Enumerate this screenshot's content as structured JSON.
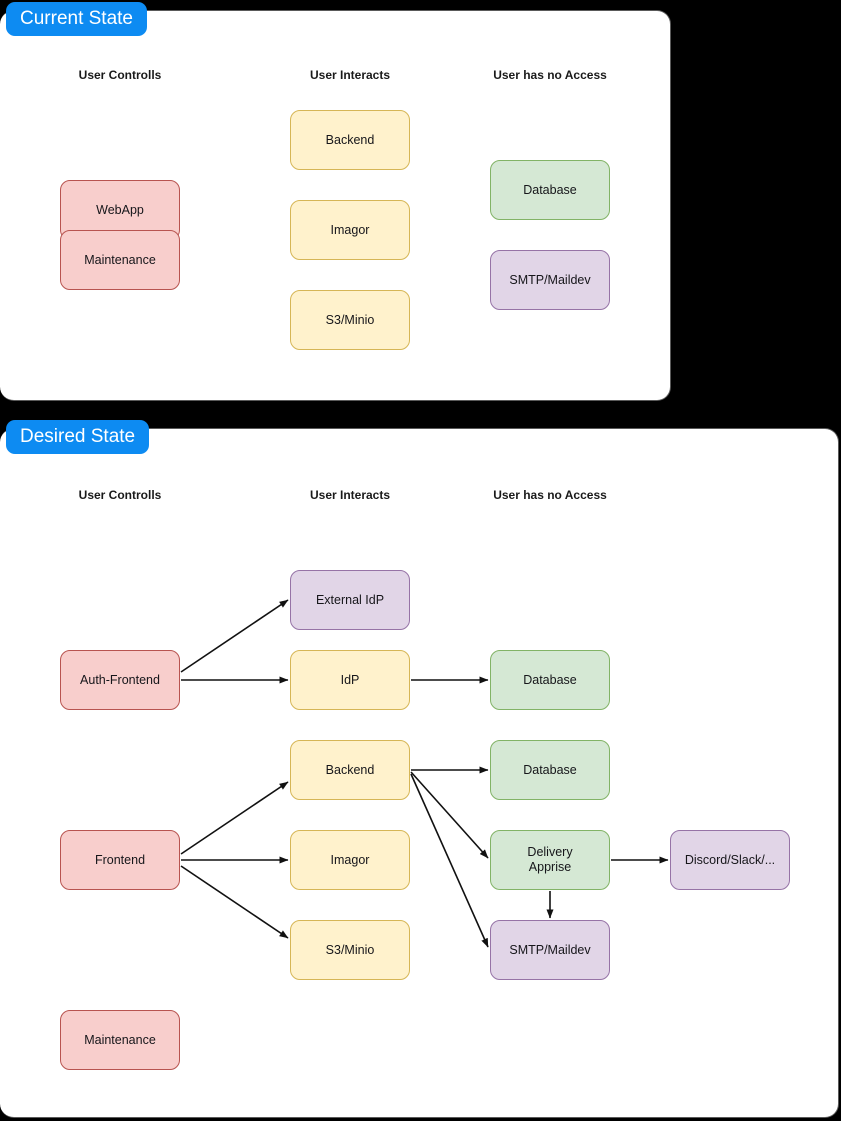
{
  "diagram": {
    "title_badges": [
      {
        "id": "current",
        "label": "Current State"
      },
      {
        "id": "desired",
        "label": "Desired State"
      }
    ],
    "accent_color": "#0d8bf2",
    "background_color": "#000000",
    "panel_background": "#ffffff",
    "node_colors": {
      "red_fill": "#f8cecc",
      "red_border": "#b85450",
      "yellow_fill": "#fff2cc",
      "yellow_border": "#d6b656",
      "green_fill": "#d5e8d4",
      "green_border": "#82b366",
      "purple_fill": "#e1d5e7",
      "purple_border": "#9673a6"
    }
  },
  "current_state": {
    "badge": "Current State",
    "columns": [
      {
        "label": "User Controlls"
      },
      {
        "label": "User Interacts"
      },
      {
        "label": "User has no Access"
      }
    ],
    "nodes": [
      {
        "id": "cs-webapp",
        "label": "WebApp",
        "color": "red"
      },
      {
        "id": "cs-maintenance",
        "label": "Maintenance",
        "color": "red"
      },
      {
        "id": "cs-backend",
        "label": "Backend",
        "color": "yellow"
      },
      {
        "id": "cs-imagor",
        "label": "Imagor",
        "color": "yellow"
      },
      {
        "id": "cs-s3minio",
        "label": "S3/Minio",
        "color": "yellow"
      },
      {
        "id": "cs-database",
        "label": "Database",
        "color": "green"
      },
      {
        "id": "cs-smtp",
        "label": "SMTP/Maildev",
        "color": "purple"
      }
    ]
  },
  "desired_state": {
    "badge": "Desired State",
    "columns": [
      {
        "label": "User Controlls"
      },
      {
        "label": "User Interacts"
      },
      {
        "label": "User has no Access"
      }
    ],
    "nodes": [
      {
        "id": "ds-authfrontend",
        "label": "Auth-Frontend",
        "color": "red"
      },
      {
        "id": "ds-frontend",
        "label": "Frontend",
        "color": "red"
      },
      {
        "id": "ds-maintenance",
        "label": "Maintenance",
        "color": "red"
      },
      {
        "id": "ds-externalidp",
        "label": "External IdP",
        "color": "purple"
      },
      {
        "id": "ds-idp",
        "label": "IdP",
        "color": "yellow"
      },
      {
        "id": "ds-backend",
        "label": "Backend",
        "color": "yellow"
      },
      {
        "id": "ds-imagor",
        "label": "Imagor",
        "color": "yellow"
      },
      {
        "id": "ds-s3minio",
        "label": "S3/Minio",
        "color": "yellow"
      },
      {
        "id": "ds-database-idp",
        "label": "Database",
        "color": "green"
      },
      {
        "id": "ds-database-be",
        "label": "Database",
        "color": "green"
      },
      {
        "id": "ds-delivery",
        "label": "Delivery\nApprise",
        "color": "green"
      },
      {
        "id": "ds-smtp",
        "label": "SMTP/Maildev",
        "color": "purple"
      },
      {
        "id": "ds-discord",
        "label": "Discord/Slack/...",
        "color": "purple"
      }
    ],
    "edges": [
      {
        "from": "ds-authfrontend",
        "to": "ds-externalidp"
      },
      {
        "from": "ds-authfrontend",
        "to": "ds-idp"
      },
      {
        "from": "ds-idp",
        "to": "ds-database-idp"
      },
      {
        "from": "ds-frontend",
        "to": "ds-backend"
      },
      {
        "from": "ds-frontend",
        "to": "ds-imagor"
      },
      {
        "from": "ds-frontend",
        "to": "ds-s3minio"
      },
      {
        "from": "ds-backend",
        "to": "ds-database-be"
      },
      {
        "from": "ds-backend",
        "to": "ds-delivery"
      },
      {
        "from": "ds-backend",
        "to": "ds-smtp"
      },
      {
        "from": "ds-delivery",
        "to": "ds-discord"
      },
      {
        "from": "ds-delivery",
        "to": "ds-smtp"
      }
    ]
  }
}
